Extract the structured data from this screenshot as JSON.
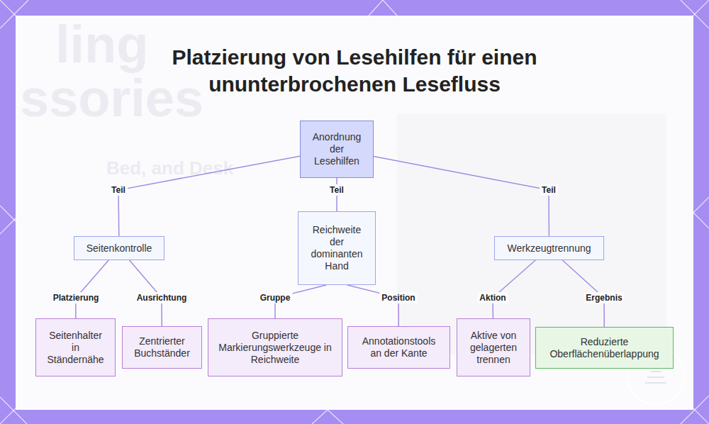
{
  "diagram": {
    "title": "Platzierung von Lesehilfen für einen ununterbrochenen Lesefluss",
    "nodes": [
      {
        "text": [
          "Anordnung der Lesehilfen"
        ]
      },
      {
        "text": [
          "Seitenkontrolle"
        ]
      },
      {
        "text": [
          "Reichweite der dominanten Hand"
        ]
      },
      {
        "text": [
          "Werkzeugtrennung"
        ]
      },
      {
        "text": [
          "Seitenhalter in Ständernähe"
        ]
      },
      {
        "text": [
          "Zentrierter Buchständer"
        ]
      },
      {
        "text": [
          "Gruppierte Markierungswerkzeuge in Reichweite"
        ]
      },
      {
        "text": [
          "Annotationstools an der Kante"
        ]
      },
      {
        "text": [
          "Aktive von gelagerten trennen"
        ]
      },
      {
        "text": [
          "Reduzierte Oberflächenüberlappung"
        ]
      }
    ],
    "edges": [
      {
        "from": 0,
        "to": 1,
        "label": "Teil",
        "arrow": "none"
      },
      {
        "from": 0,
        "to": 2,
        "label": "Teil",
        "arrow": "none"
      },
      {
        "from": 0,
        "to": 3,
        "label": "Teil",
        "arrow": "none"
      },
      {
        "from": 1,
        "to": 4,
        "label": "Platzierung",
        "arrow": "none"
      },
      {
        "from": 1,
        "to": 5,
        "label": "Ausrichtung",
        "arrow": "none"
      },
      {
        "from": 2,
        "to": 6,
        "label": "Gruppe",
        "arrow": "none"
      },
      {
        "from": 2,
        "to": 7,
        "label": "Position",
        "arrow": "none"
      },
      {
        "from": 3,
        "to": 8,
        "label": "Aktion",
        "arrow": "none"
      },
      {
        "from": 3,
        "to": 9,
        "label": "Ergebnis",
        "arrow": "none"
      }
    ],
    "labels": [
      "ling",
      "ssories",
      "Bed, and Desk"
    ]
  }
}
